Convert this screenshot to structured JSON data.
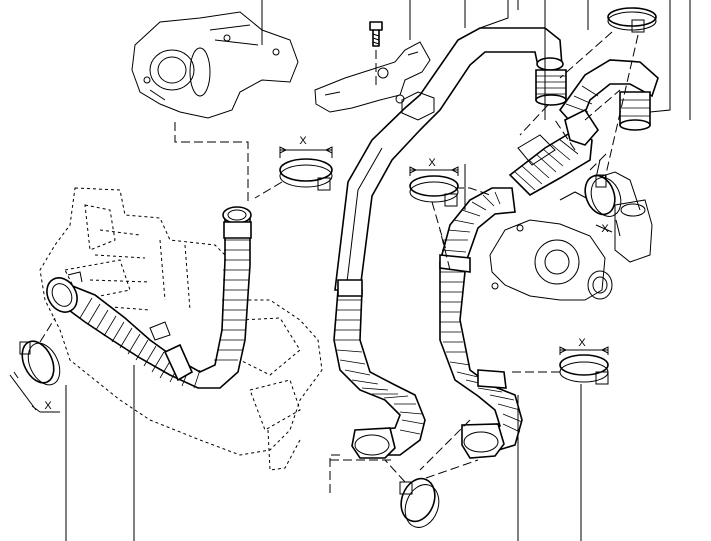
{
  "diagram": {
    "dimension_labels": [
      "X",
      "X",
      "X",
      "X",
      "X"
    ]
  }
}
